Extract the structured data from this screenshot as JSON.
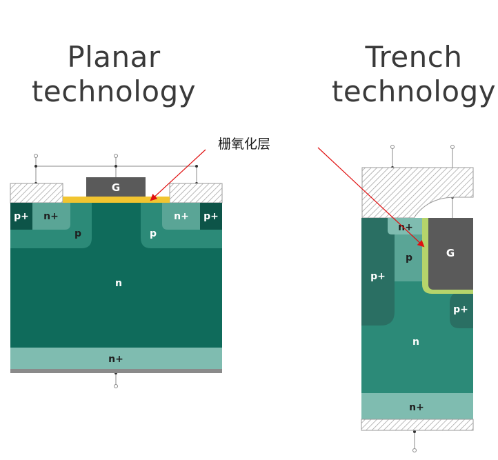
{
  "planar": {
    "title_line1": "Planar",
    "title_line2": "technology",
    "labels": {
      "gate": "G",
      "p_plus_left": "p+",
      "n_plus_left": "n+",
      "p_left": "p",
      "n_plus_right": "n+",
      "p_plus_right": "p+",
      "p_right": "p",
      "n_drift": "n",
      "n_plus_substrate": "n+"
    }
  },
  "trench": {
    "title_line1": "Trench",
    "title_line2": "technology",
    "labels": {
      "n_plus_top": "n+",
      "p_body": "p",
      "gate": "G",
      "p_plus_left": "p+",
      "p_plus_right": "p+",
      "n_drift": "n",
      "n_plus_substrate": "n+"
    }
  },
  "annotation": {
    "text": "栅氧化层"
  },
  "colors": {
    "dark_teal": "#0f6b5b",
    "mid_teal": "#2c8a78",
    "light_teal": "#5aa596",
    "pale_teal": "#7fbcb0",
    "p_plus": "#0d5448",
    "gate_gray": "#5a5a5a",
    "oxide_yellow": "#f2c530",
    "oxide_green": "#b5d46b",
    "arrow_red": "#e01010"
  }
}
